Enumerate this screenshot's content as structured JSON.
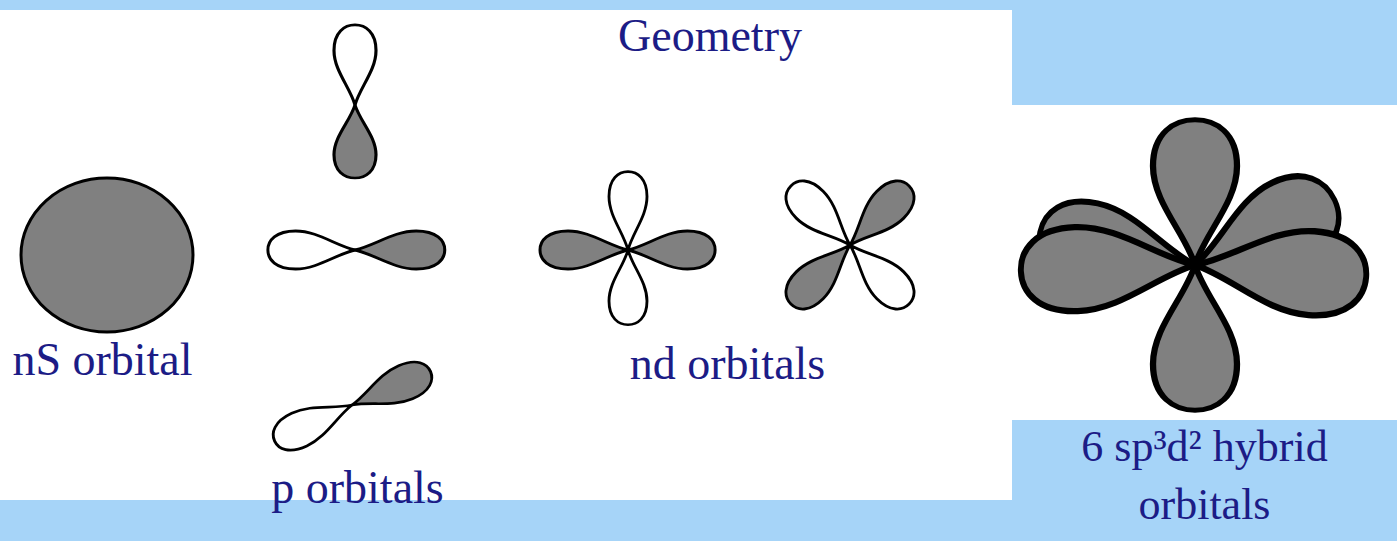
{
  "diagram": {
    "labels": [
      "Geometry",
      "nS orbital",
      "p orbitals",
      "nd orbitals",
      "6 sp³d² hybrid orbitals"
    ]
  }
}
